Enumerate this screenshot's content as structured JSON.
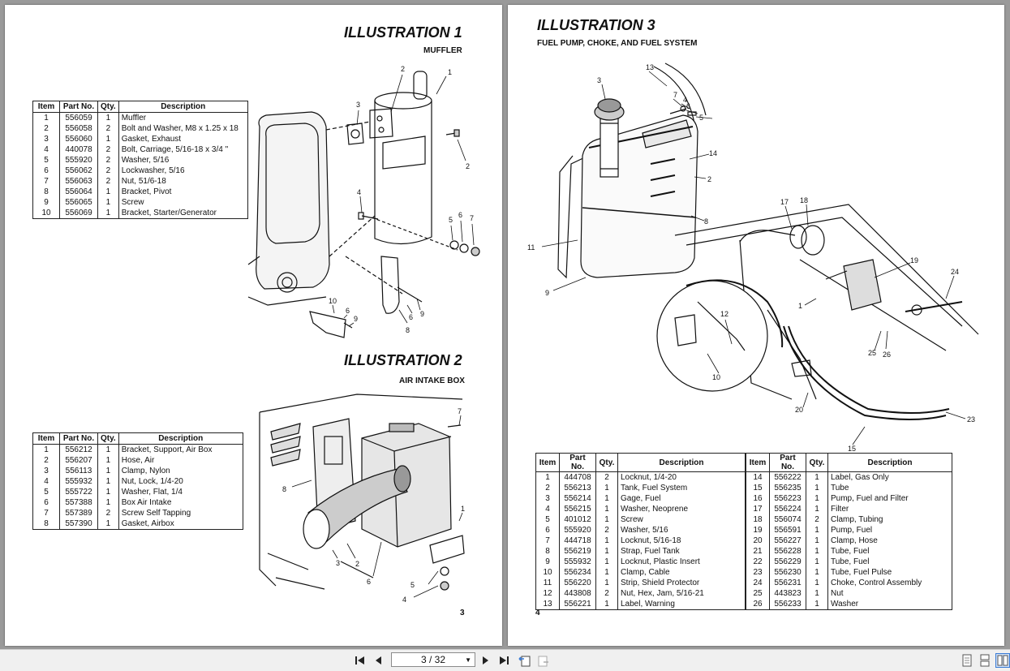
{
  "left_page": {
    "ill1": {
      "title": "ILLUSTRATION 1",
      "subtitle": "MUFFLER",
      "headers": [
        "Item",
        "Part No.",
        "Qty.",
        "Description"
      ],
      "rows": [
        [
          "1",
          "556059",
          "1",
          "Muffler"
        ],
        [
          "2",
          "556058",
          "2",
          "Bolt and Washer, M8 x 1.25 x 18"
        ],
        [
          "3",
          "556060",
          "1",
          "Gasket, Exhaust"
        ],
        [
          "4",
          "440078",
          "2",
          "Bolt, Carriage, 5/16-18 x 3/4 \""
        ],
        [
          "5",
          "555920",
          "2",
          "Washer, 5/16"
        ],
        [
          "6",
          "556062",
          "2",
          "Lockwasher, 5/16"
        ],
        [
          "7",
          "556063",
          "2",
          "Nut, 51/6-18"
        ],
        [
          "8",
          "556064",
          "1",
          "Bracket, Pivot"
        ],
        [
          "9",
          "556065",
          "1",
          "Screw"
        ],
        [
          "10",
          "556069",
          "1",
          "Bracket, Starter/Generator"
        ]
      ],
      "callouts": [
        "1",
        "2",
        "3",
        "2",
        "4",
        "5",
        "6",
        "7",
        "10",
        "6",
        "9",
        "6",
        "9",
        "8"
      ]
    },
    "ill2": {
      "title": "ILLUSTRATION 2",
      "subtitle": "AIR INTAKE BOX",
      "headers": [
        "Item",
        "Part No.",
        "Qty.",
        "Description"
      ],
      "rows": [
        [
          "1",
          "556212",
          "1",
          "Bracket, Support, Air Box"
        ],
        [
          "2",
          "556207",
          "1",
          "Hose, Air"
        ],
        [
          "3",
          "556113",
          "1",
          "Clamp, Nylon"
        ],
        [
          "4",
          "555932",
          "1",
          "Nut, Lock, 1/4-20"
        ],
        [
          "5",
          "555722",
          "1",
          "Washer, Flat, 1/4"
        ],
        [
          "6",
          "557388",
          "1",
          "Box Air Intake"
        ],
        [
          "7",
          "557389",
          "2",
          "Screw Self Tapping"
        ],
        [
          "8",
          "557390",
          "1",
          "Gasket, Airbox"
        ]
      ],
      "callouts": [
        "7",
        "8",
        "1",
        "3",
        "2",
        "6",
        "5",
        "4"
      ]
    },
    "page_number": "3"
  },
  "right_page": {
    "ill3": {
      "title": "ILLUSTRATION 3",
      "subtitle": "FUEL PUMP, CHOKE, AND FUEL SYSTEM",
      "headers": [
        "Item",
        "Part No.",
        "Qty.",
        "Description"
      ],
      "rows": [
        [
          "1",
          "444708",
          "2",
          "Locknut, 1/4-20",
          "14",
          "556222",
          "1",
          "Label, Gas Only"
        ],
        [
          "2",
          "556213",
          "1",
          "Tank, Fuel System",
          "15",
          "556235",
          "1",
          "Tube"
        ],
        [
          "3",
          "556214",
          "1",
          "Gage, Fuel",
          "16",
          "556223",
          "1",
          "Pump, Fuel and Filter"
        ],
        [
          "4",
          "556215",
          "1",
          "Washer, Neoprene",
          "17",
          "556224",
          "1",
          "Filter"
        ],
        [
          "5",
          "401012",
          "1",
          "Screw",
          "18",
          "556074",
          "2",
          "Clamp, Tubing"
        ],
        [
          "6",
          "555920",
          "2",
          "Washer, 5/16",
          "19",
          "556591",
          "1",
          "Pump, Fuel"
        ],
        [
          "7",
          "444718",
          "1",
          "Locknut, 5/16-18",
          "20",
          "556227",
          "1",
          "Clamp, Hose"
        ],
        [
          "8",
          "556219",
          "1",
          "Strap, Fuel Tank",
          "21",
          "556228",
          "1",
          "Tube, Fuel"
        ],
        [
          "9",
          "555932",
          "1",
          "Locknut, Plastic Insert",
          "22",
          "556229",
          "1",
          "Tube, Fuel"
        ],
        [
          "10",
          "556234",
          "1",
          "Clamp, Cable",
          "23",
          "556230",
          "1",
          "Tube, Fuel Pulse"
        ],
        [
          "11",
          "556220",
          "1",
          "Strip, Shield Protector",
          "24",
          "556231",
          "1",
          "Choke, Control Assembly"
        ],
        [
          "12",
          "443808",
          "2",
          "Nut, Hex, Jam, 5/16-21",
          "25",
          "443823",
          "1",
          "Nut"
        ],
        [
          "13",
          "556221",
          "1",
          "Label, Warning",
          "26",
          "556233",
          "1",
          "Washer"
        ]
      ],
      "callouts": [
        "13",
        "3",
        "7",
        "4",
        "6",
        "5",
        "14",
        "2",
        "8",
        "11",
        "9",
        "17",
        "18",
        "19",
        "24",
        "1",
        "12",
        "10",
        "25",
        "26",
        "20",
        "23",
        "15"
      ]
    },
    "page_number": "4"
  },
  "toolbar": {
    "page_indicator": "3 / 32",
    "icons": [
      "first-page-icon",
      "prev-page-icon",
      "next-page-icon",
      "last-page-icon",
      "prev-view-icon",
      "next-view-icon",
      "single-page-icon",
      "continuous-page-icon",
      "two-page-icon"
    ]
  },
  "colors": {
    "viewer_bg": "#9a9a9a",
    "toolbar_bg": "#f0f0f0",
    "active_view": "#3a7bd5"
  }
}
